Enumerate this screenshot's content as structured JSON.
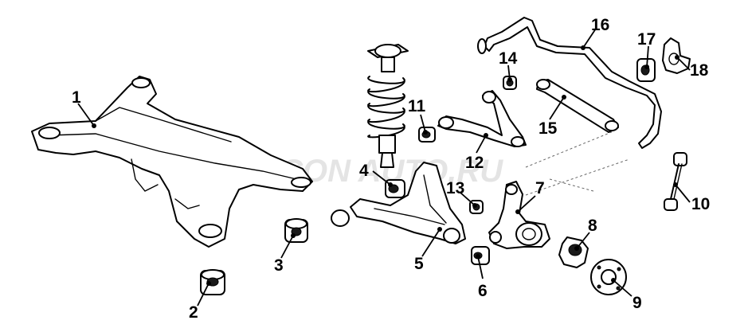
{
  "watermark": "ELCON AUTO.RU",
  "colors": {
    "line": "#000000",
    "fill": "#ffffff",
    "watermark": "#9a9a9a"
  },
  "callouts": [
    "1",
    "2",
    "3",
    "4",
    "5",
    "6",
    "7",
    "8",
    "9",
    "10",
    "11",
    "12",
    "13",
    "14",
    "15",
    "16",
    "17",
    "18"
  ]
}
